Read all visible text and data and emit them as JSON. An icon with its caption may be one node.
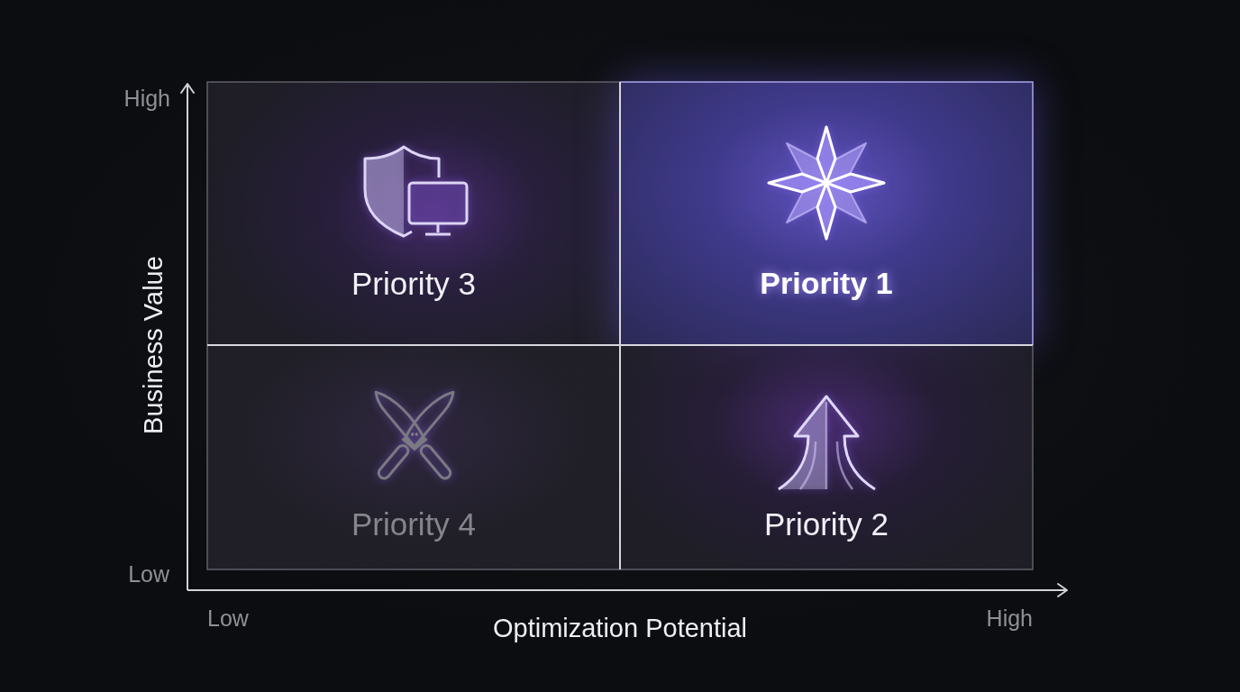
{
  "diagram": {
    "nodes": [
      {
        "text": [
          "Priority 3"
        ]
      },
      {
        "text": [
          "Priority 1"
        ]
      },
      {
        "text": [
          "Priority 4"
        ]
      },
      {
        "text": [
          "Priority 2"
        ]
      }
    ],
    "labels": [
      "High",
      "Business Value",
      "Low",
      "Low",
      "Optimization Potential",
      "High"
    ]
  }
}
